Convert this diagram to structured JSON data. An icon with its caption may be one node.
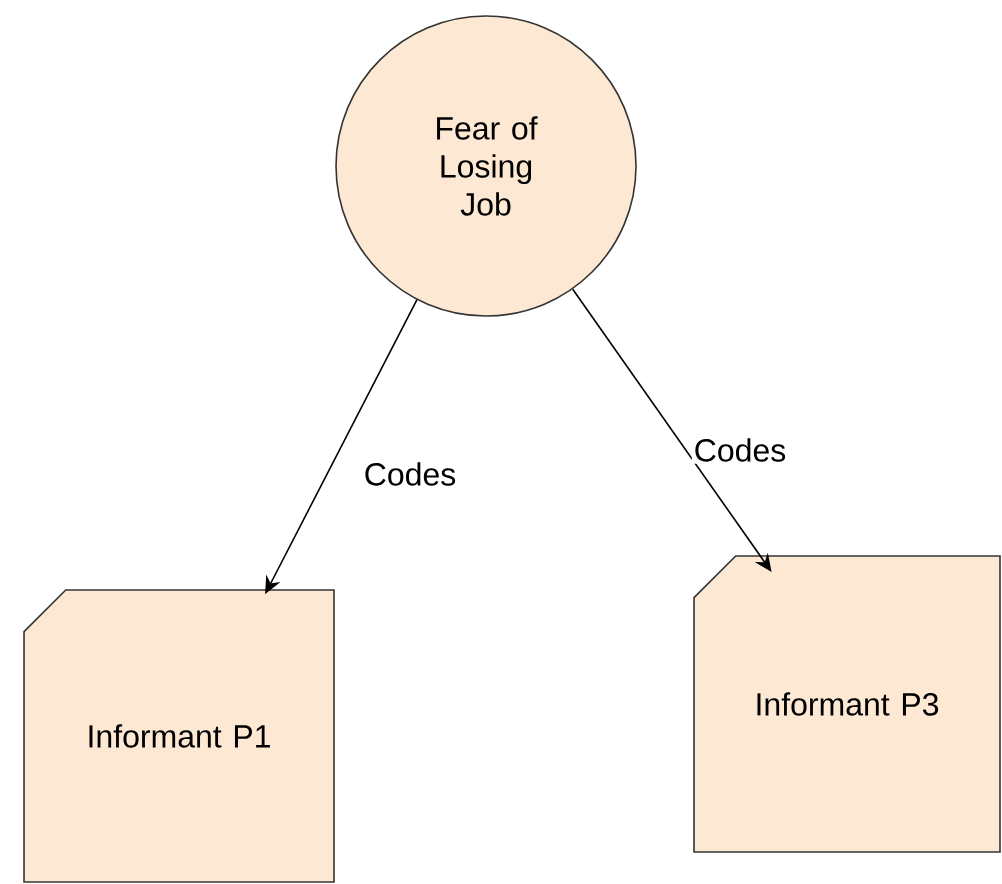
{
  "diagram": {
    "nodes": [
      {
        "text": [
          "Fear of Losing Job"
        ]
      },
      {
        "text": [
          "Informant P1"
        ]
      },
      {
        "text": [
          "Informant P3"
        ]
      }
    ],
    "edges": [
      {
        "from": 0,
        "to": 1,
        "arrow": "to",
        "label": "Codes"
      },
      {
        "from": 0,
        "to": 2,
        "arrow": "to",
        "label": "Codes"
      }
    ]
  }
}
